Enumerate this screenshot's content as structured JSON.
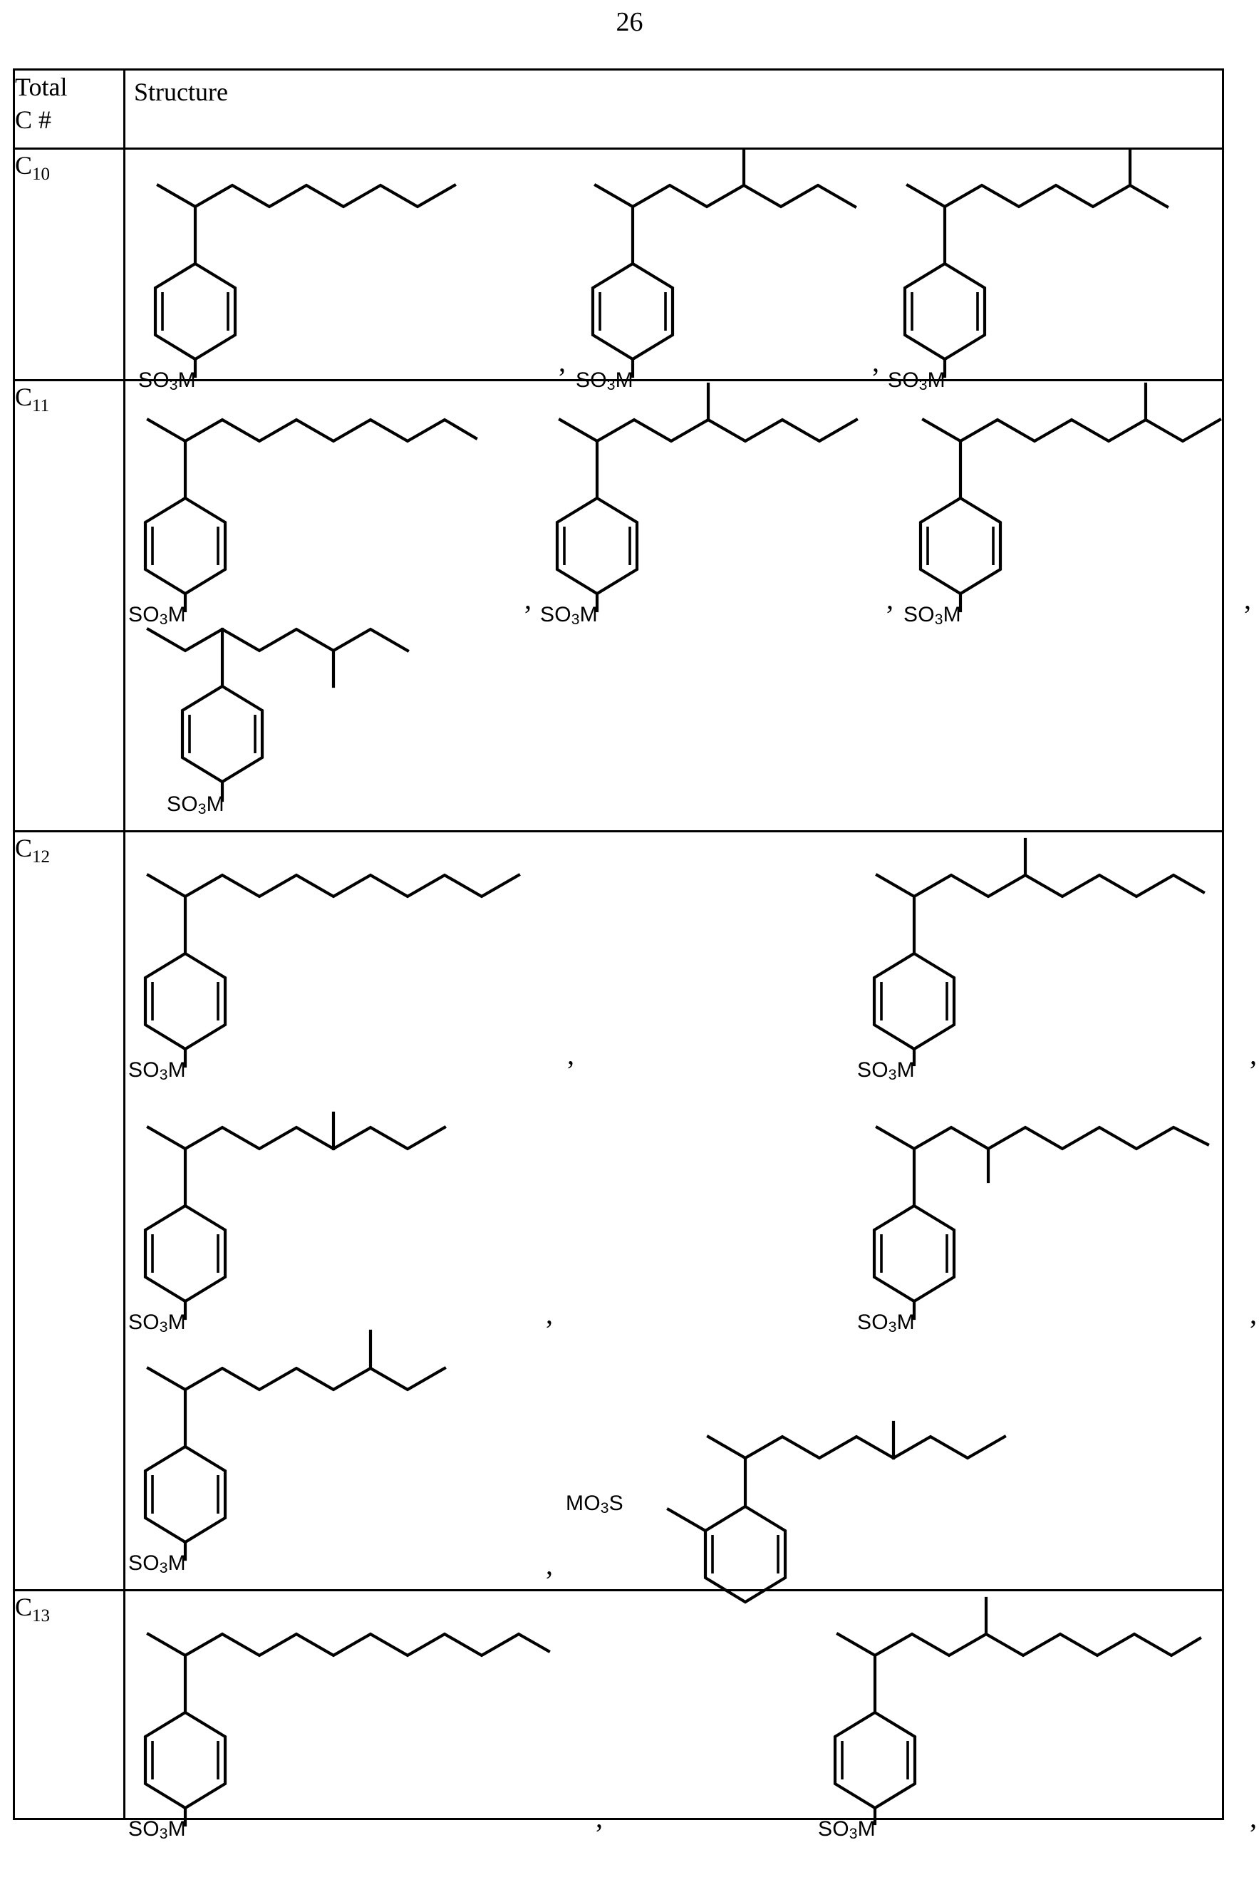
{
  "page": {
    "number": "26",
    "document_type": "patent-specification-page"
  },
  "table": {
    "headers": {
      "carbon_count": "Total C #",
      "structure": "Structure"
    },
    "separator_comma": ",",
    "sulfonate_label": "SO3M",
    "sulfonate_label_prefix": "MO3S",
    "rows": [
      {
        "id": "c10",
        "label_base": "C",
        "label_sub": "10",
        "structures": [
          {
            "name": "2-phenyldecane-sulfonate-linear",
            "chain_description": "linear C10 chain attached at position 2",
            "anchor": "SO3M",
            "attachment": "para"
          },
          {
            "name": "2-phenyl-5-methylnonane-sulfonate",
            "chain_description": "C10 chain with methyl branch",
            "anchor": "SO3M",
            "attachment": "para"
          },
          {
            "name": "2-phenyl-7-methylnonane-sulfonate",
            "chain_description": "C10 chain with methyl branch near tail",
            "anchor": "SO3M",
            "attachment": "para"
          }
        ]
      },
      {
        "id": "c11",
        "label_base": "C",
        "label_sub": "11",
        "structures": [
          {
            "name": "2-phenylundecane-sulfonate-linear",
            "chain_description": "linear C11 chain attached at position 2",
            "anchor": "SO3M",
            "attachment": "para"
          },
          {
            "name": "2-phenyl-5-methyldecane-sulfonate",
            "chain_description": "C11 chain with methyl branch",
            "anchor": "SO3M",
            "attachment": "para"
          },
          {
            "name": "2-phenyl-7-methyldecane-sulfonate",
            "chain_description": "C11 chain with methyl branch near tail",
            "anchor": "SO3M",
            "attachment": "para"
          },
          {
            "name": "3-phenyl-7-methyldecane-sulfonate",
            "chain_description": "C11 chain attached at position 3 with methyl branch",
            "anchor": "SO3M",
            "attachment": "para"
          }
        ]
      },
      {
        "id": "c12",
        "label_base": "C",
        "label_sub": "12",
        "structures": [
          {
            "name": "2-phenyldodecane-sulfonate-linear",
            "chain_description": "linear C12 chain attached at position 2",
            "anchor": "SO3M",
            "attachment": "para"
          },
          {
            "name": "2-phenyl-5-methylundecane-sulfonate",
            "chain_description": "C12 chain with methyl branch at position 5",
            "anchor": "SO3M",
            "attachment": "para"
          },
          {
            "name": "2-phenyl-8-methylundecane-sulfonate",
            "chain_description": "C12 chain with methyl branch at position 8",
            "anchor": "SO3M",
            "attachment": "para"
          },
          {
            "name": "2-phenyl-4-methylundecane-sulfonate",
            "chain_description": "C12 chain with methyl branch at position 4 pointing down",
            "anchor": "SO3M",
            "attachment": "para"
          },
          {
            "name": "2-phenyl-9-methylundecane-sulfonate",
            "chain_description": "C12 chain with methyl branch at position 9",
            "anchor": "SO3M",
            "attachment": "para"
          },
          {
            "name": "ortho-2-phenyl-8-methylundecane-sulfonate",
            "chain_description": "C12 chain with methyl branch, ortho-substituted benzene",
            "anchor": "MO3S",
            "attachment": "ortho"
          }
        ]
      },
      {
        "id": "c13",
        "label_base": "C",
        "label_sub": "13",
        "structures": [
          {
            "name": "2-phenyltridecane-sulfonate-linear",
            "chain_description": "linear C13 chain attached at position 2",
            "anchor": "SO3M",
            "attachment": "para"
          },
          {
            "name": "2-phenyl-5-methyldodecane-sulfonate",
            "chain_description": "C13 chain with methyl branch",
            "anchor": "SO3M",
            "attachment": "para"
          }
        ]
      }
    ]
  }
}
